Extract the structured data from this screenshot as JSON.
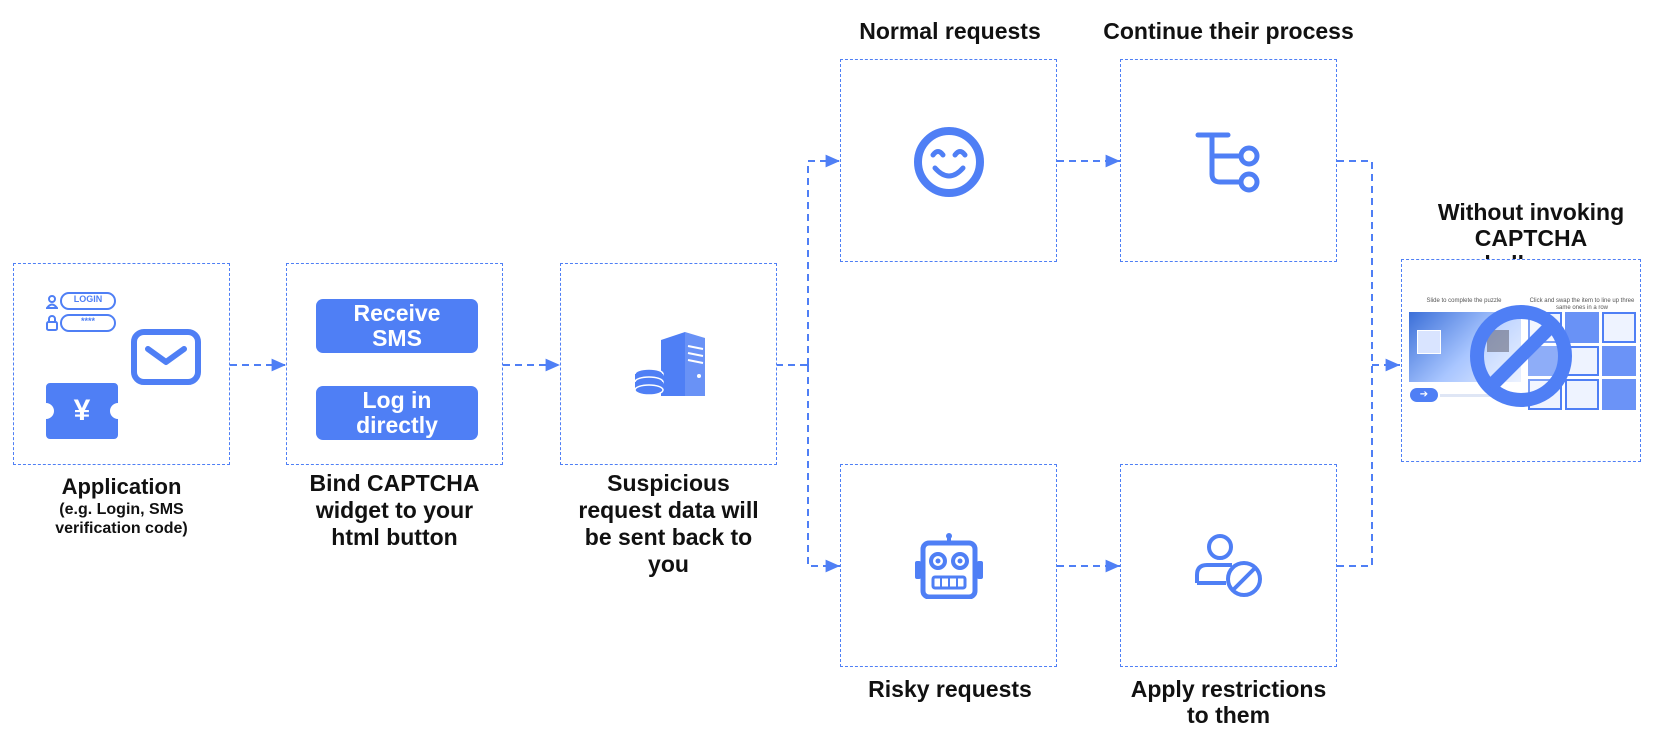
{
  "stages": {
    "application": {
      "title": "Application",
      "subtitle": "(e.g. Login, SMS verification code)",
      "login_pill": "LOGIN",
      "password_pill": "****",
      "yen_symbol": "¥"
    },
    "bind": {
      "title": "Bind CAPTCHA widget to your html button",
      "button_receive_sms": "Receive\nSMS",
      "button_log_in": "Log in\ndirectly"
    },
    "suspicious": {
      "title": "Suspicious request data will be sent back to you"
    },
    "normal": {
      "title": "Normal requests"
    },
    "continue": {
      "title": "Continue their process"
    },
    "risky": {
      "title": "Risky requests"
    },
    "restrict": {
      "title": "Apply restrictions to them"
    },
    "without": {
      "title": "Without invoking CAPTCHA challenges",
      "slide_caption": "Slide to complete the puzzle",
      "swap_caption": "Click and swap the item to line up three same ones in a row"
    }
  },
  "colors": {
    "accent": "#4f7ff5",
    "dashed_border": "#4f7ff5",
    "text": "#111111"
  },
  "icons": [
    "envelope-icon",
    "ticket-icon",
    "server-database-icon",
    "smiley-icon",
    "branch-flow-icon",
    "robot-icon",
    "user-blocked-icon",
    "prohibited-icon"
  ]
}
